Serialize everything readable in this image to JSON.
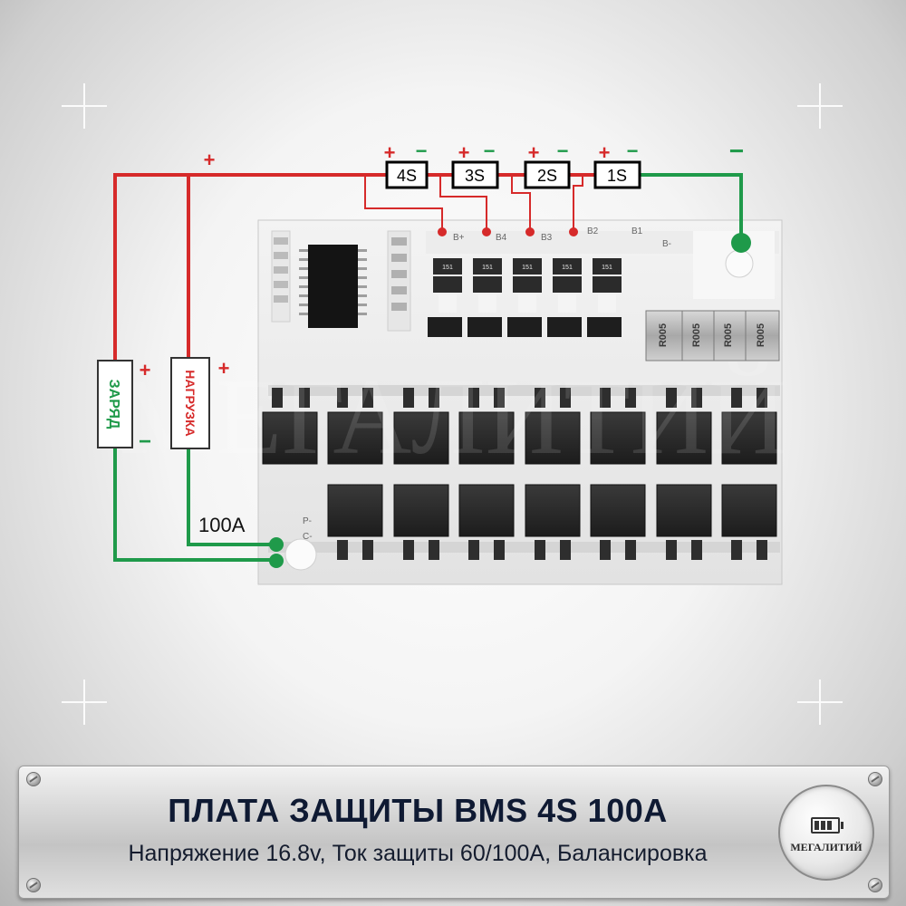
{
  "title": "ПЛАТА ЗАЩИТЫ BMS 4S 100A",
  "subtitle": "Напряжение 16.8v, Ток защиты 60/100А, Балансировка",
  "logo_text": "МЕГАЛИТИЙ",
  "watermark_text": "МЕГАЛИТИЙ",
  "cells": [
    "4S",
    "3S",
    "2S",
    "1S"
  ],
  "plus_sign": "+",
  "minus_sign": "−",
  "charge_label": "ЗАРЯД",
  "load_label": "НАГРУЗКА",
  "load_current": "100A",
  "pads": {
    "b_plus": "B+",
    "b4": "B4",
    "b3": "B3",
    "b2": "B2",
    "b1": "B1",
    "b_minus": "B-",
    "p_minus": "P-",
    "c_minus": "C-"
  },
  "resistor_code": "R005",
  "fuse_code": "151",
  "colors": {
    "positive": "#d62a2a",
    "negative": "#1f9a4a",
    "plate_text": "#0f1a33"
  }
}
